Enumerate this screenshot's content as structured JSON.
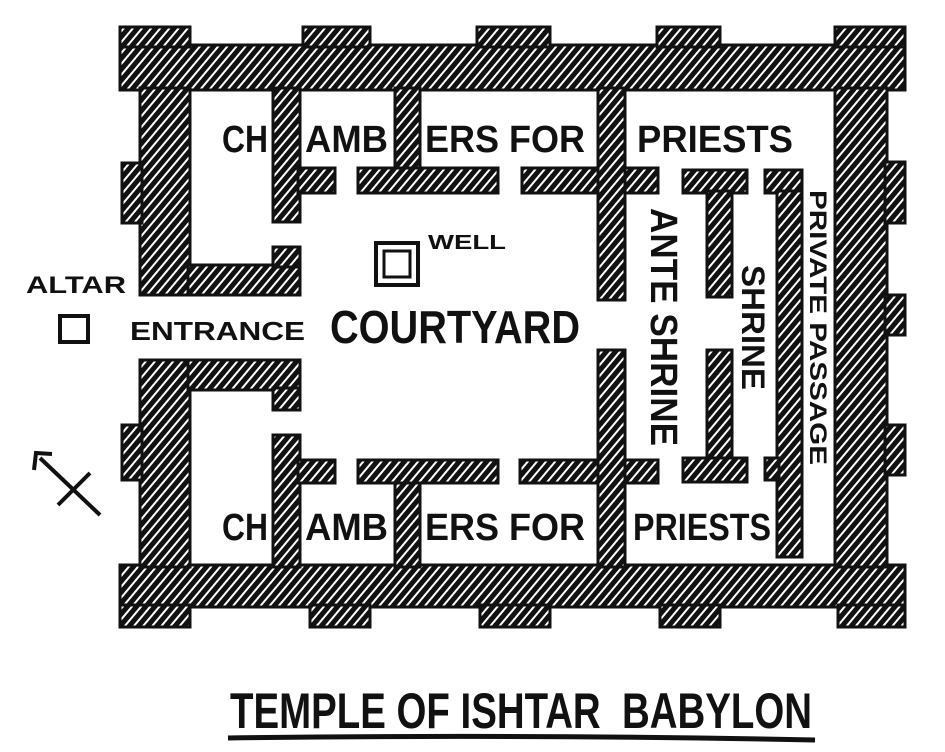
{
  "plan": {
    "chambers_top": [
      "CH",
      "AMB",
      "ERS FOR",
      "PRIESTS"
    ],
    "chambers_bottom": [
      "CH",
      "AMB",
      "ERS FOR",
      "PRIESTS"
    ],
    "well": "WELL",
    "altar": "ALTAR",
    "entrance": "ENTRANCE",
    "courtyard": "COURTYARD",
    "ante_shrine": "ANTE SHRINE",
    "shrine": "SHRINE",
    "private_passage": "PRIVATE PASSAGE"
  },
  "title": "TEMPLE OF ISHTAR  BABYLON",
  "colors": {
    "ink": "#111111",
    "paper": "#ffffff"
  }
}
